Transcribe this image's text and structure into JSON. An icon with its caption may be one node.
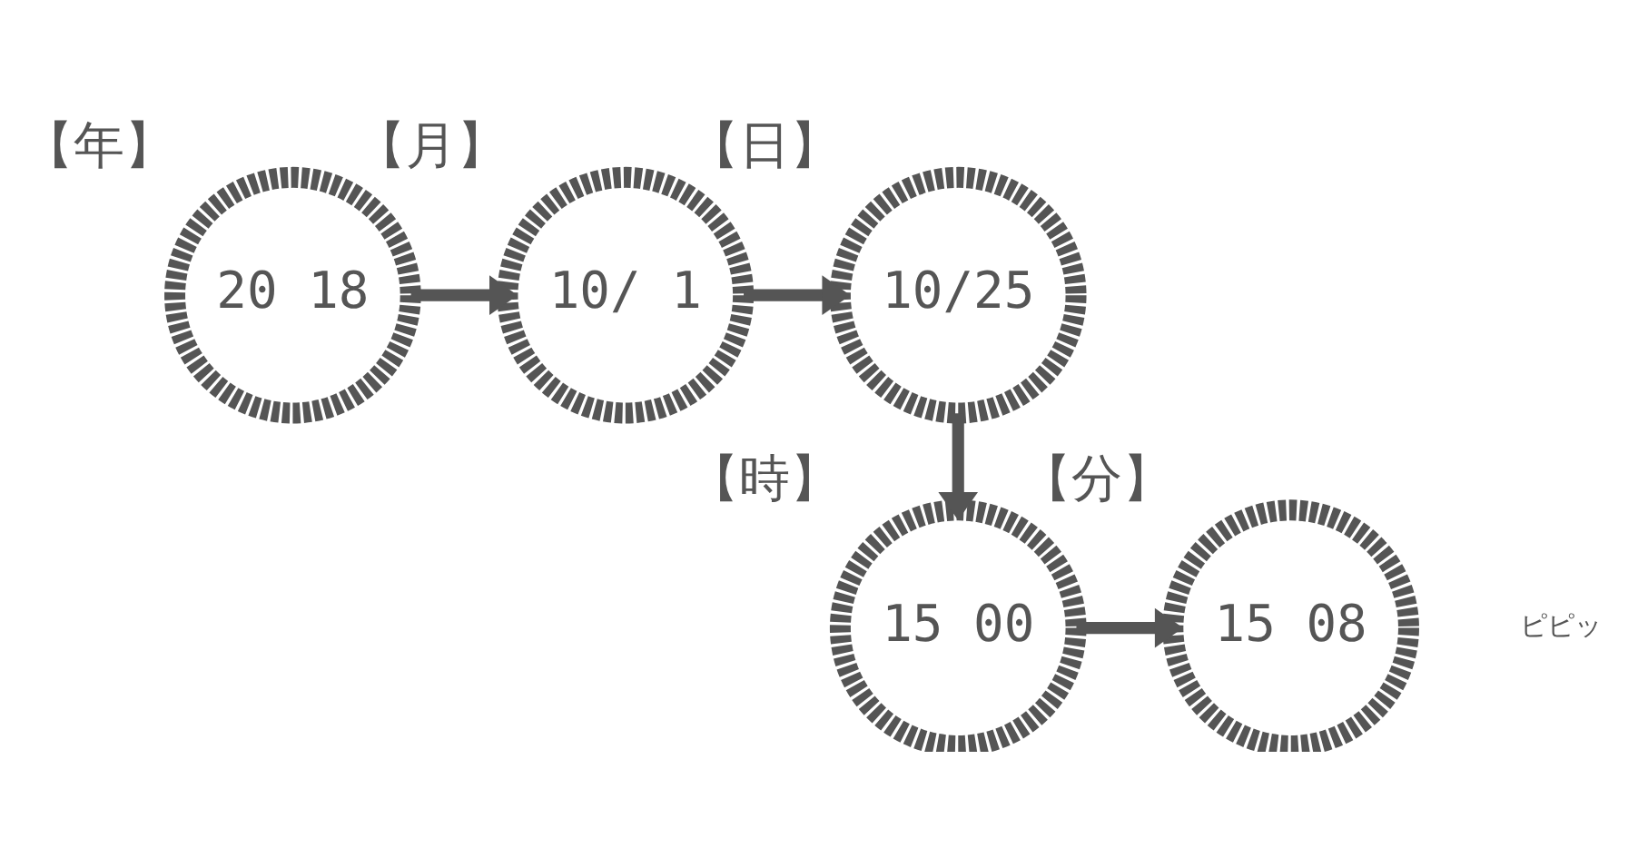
{
  "diagram": {
    "nodes": [
      {
        "text": [
          "20 18"
        ],
        "beside": [
          "【年】"
        ]
      },
      {
        "text": [
          "10/ 1"
        ],
        "beside": [
          "【月】"
        ]
      },
      {
        "text": [
          "10/25"
        ],
        "beside": [
          "【日】"
        ]
      },
      {
        "text": [
          "15 00"
        ],
        "beside": [
          "【時】"
        ]
      },
      {
        "text": [
          "15 08"
        ],
        "beside": [
          "【分】"
        ]
      }
    ],
    "edges": [
      {
        "from": 0,
        "to": 1,
        "arrow": "to"
      },
      {
        "from": 1,
        "to": 2,
        "arrow": "to"
      },
      {
        "from": 2,
        "to": 3,
        "arrow": "to"
      },
      {
        "from": 3,
        "to": 4,
        "arrow": "to"
      }
    ],
    "labels": [
      "ピピッ"
    ]
  }
}
